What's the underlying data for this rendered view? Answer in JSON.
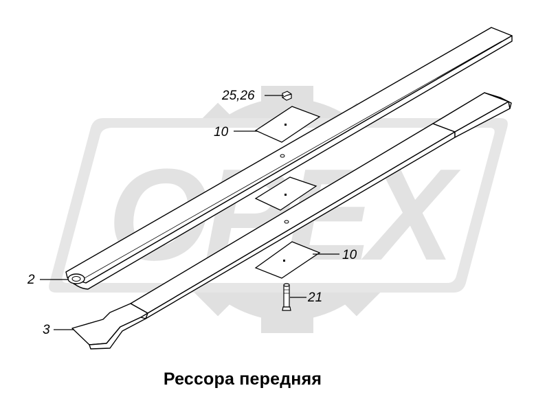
{
  "watermark": {
    "text": "OPEX",
    "color": "#d9d9d9"
  },
  "colors": {
    "line": "#000000",
    "background": "#ffffff"
  },
  "callouts": {
    "bolt_nut": "25,26",
    "pad_top": "10",
    "pad_bottom": "10",
    "leaf_main": "2",
    "leaf_second": "3",
    "center_bolt": "21"
  },
  "caption": "Рессора передняя"
}
